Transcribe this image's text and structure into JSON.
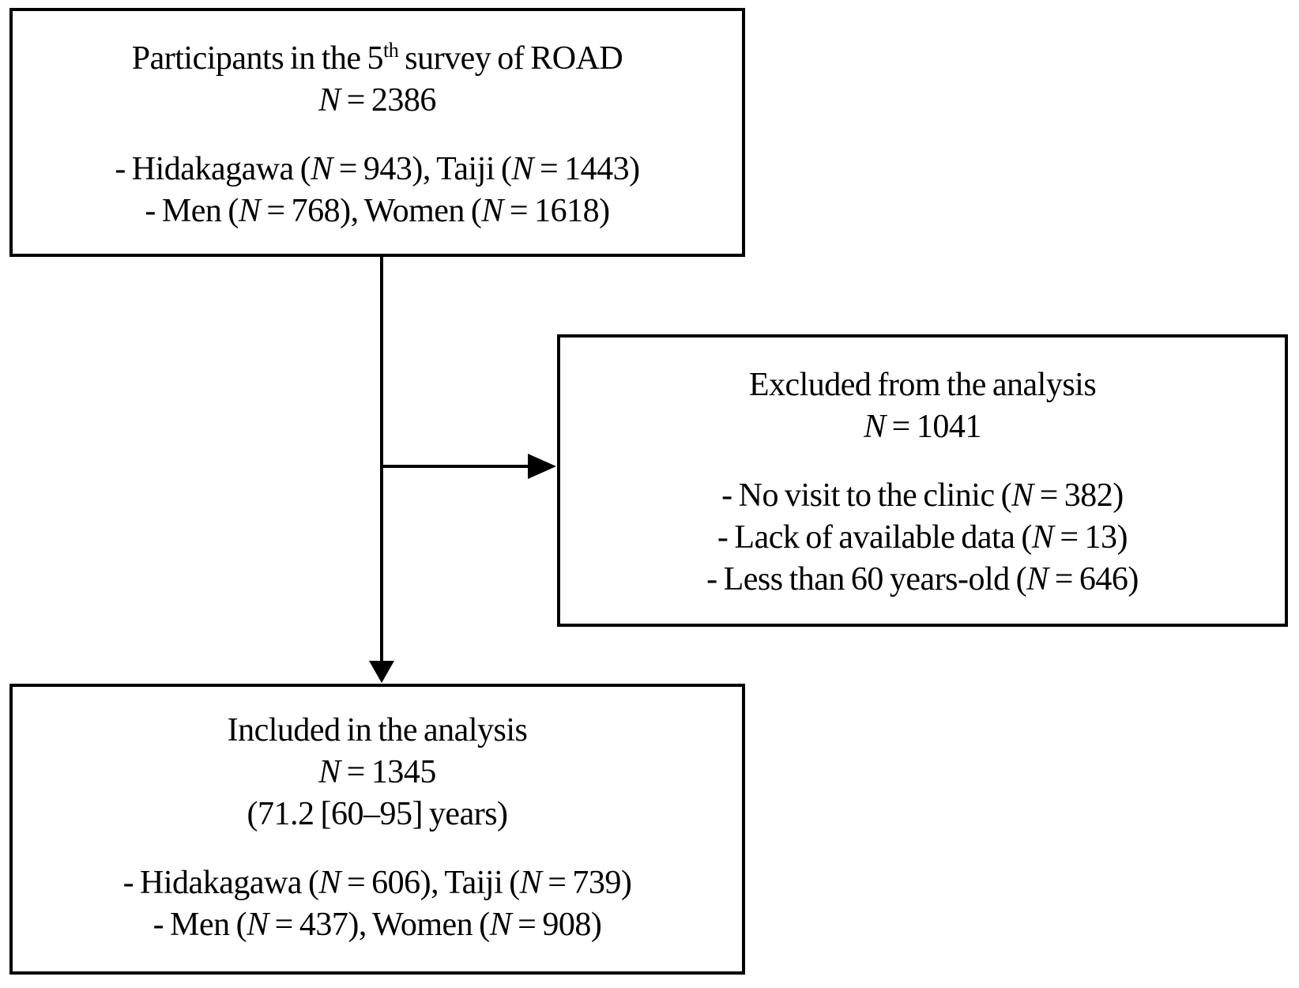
{
  "diagram": {
    "colors": {
      "ink": "#000000",
      "paper": "#ffffff"
    },
    "boxes": {
      "participants": {
        "title": [
          {
            "t": "Participants in the 5"
          },
          {
            "t": "th",
            "s": true
          },
          {
            "t": " survey of ROAD"
          }
        ],
        "n": [
          {
            "t": "N",
            "i": true
          },
          {
            "t": " = 2386"
          }
        ],
        "bullets": [
          [
            {
              "t": "- Hidakagawa ("
            },
            {
              "t": "N",
              "i": true
            },
            {
              "t": " = 943), Taiji ("
            },
            {
              "t": "N",
              "i": true
            },
            {
              "t": " = 1443)"
            }
          ],
          [
            {
              "t": "- Men ("
            },
            {
              "t": "N",
              "i": true
            },
            {
              "t": " = 768), Women ("
            },
            {
              "t": "N",
              "i": true
            },
            {
              "t": " = 1618)"
            }
          ]
        ]
      },
      "excluded": {
        "title": [
          {
            "t": "Excluded from the analysis"
          }
        ],
        "n": [
          {
            "t": "N",
            "i": true
          },
          {
            "t": " = 1041"
          }
        ],
        "bullets": [
          [
            {
              "t": "- No visit to the clinic ("
            },
            {
              "t": "N",
              "i": true
            },
            {
              "t": " = 382)"
            }
          ],
          [
            {
              "t": "- Lack of available data ("
            },
            {
              "t": "N",
              "i": true
            },
            {
              "t": " = 13)"
            }
          ],
          [
            {
              "t": "- Less than 60 years-old ("
            },
            {
              "t": "N",
              "i": true
            },
            {
              "t": " = 646)"
            }
          ]
        ]
      },
      "included": {
        "title": [
          {
            "t": "Included in the analysis"
          }
        ],
        "n": [
          {
            "t": "N",
            "i": true
          },
          {
            "t": " = 1345"
          }
        ],
        "years": [
          {
            "t": "(71.2 [60–95] years)"
          }
        ],
        "bullets": [
          [
            {
              "t": "- Hidakagawa ("
            },
            {
              "t": "N",
              "i": true
            },
            {
              "t": " = 606), Taiji ("
            },
            {
              "t": "N",
              "i": true
            },
            {
              "t": " = 739)"
            }
          ],
          [
            {
              "t": "- Men ("
            },
            {
              "t": "N",
              "i": true
            },
            {
              "t": " = 437), Women ("
            },
            {
              "t": "N",
              "i": true
            },
            {
              "t": " = 908)"
            }
          ]
        ]
      }
    },
    "connectors": [
      {
        "name": "arrow-participants-to-included",
        "direction": "down"
      },
      {
        "name": "arrow-branch-to-excluded",
        "direction": "right"
      }
    ]
  }
}
